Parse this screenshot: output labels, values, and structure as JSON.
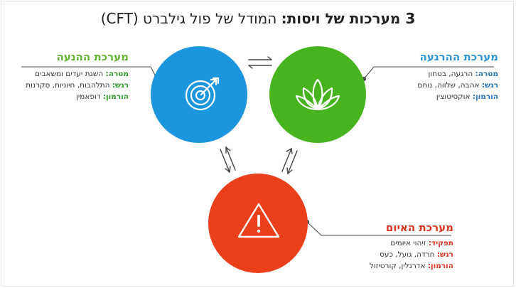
{
  "title": {
    "strong": "3 מערכות של ויסות:",
    "rest": "המודל של פול גילברט (CFT)"
  },
  "colors": {
    "drive": "#1c95df",
    "soothing": "#47b31f",
    "threat": "#ea3f1b",
    "line": "#444444"
  },
  "systems": {
    "motivation": {
      "title": "מערכת ההנעה",
      "icon": "target-icon",
      "lines": [
        {
          "key": "מטרה:",
          "value": "השגת יעדים ומשאבים"
        },
        {
          "key": "רגש:",
          "value": "התלהבות, חיוניות, סקרנות"
        },
        {
          "key": "הורמון:",
          "value": "דופאמין"
        }
      ]
    },
    "soothing": {
      "title": "מערכת ההרגעה",
      "icon": "lotus-icon",
      "lines": [
        {
          "key": "מטרה:",
          "value": "הרגעה, בטחון"
        },
        {
          "key": "רגש:",
          "value": "אהבה, שלווה,  נוחם"
        },
        {
          "key": "הורמון:",
          "value": "אוקסיטוצין"
        }
      ]
    },
    "threat": {
      "title": "מערכת האיום",
      "icon": "warning-icon",
      "lines": [
        {
          "key": "תפקיד:",
          "value": "זיהוי איומים"
        },
        {
          "key": "רגש:",
          "value": "חרדה, גועל, כעס"
        },
        {
          "key": "הורמון:",
          "value": "אדרנלין, קורטיזול"
        }
      ]
    }
  }
}
